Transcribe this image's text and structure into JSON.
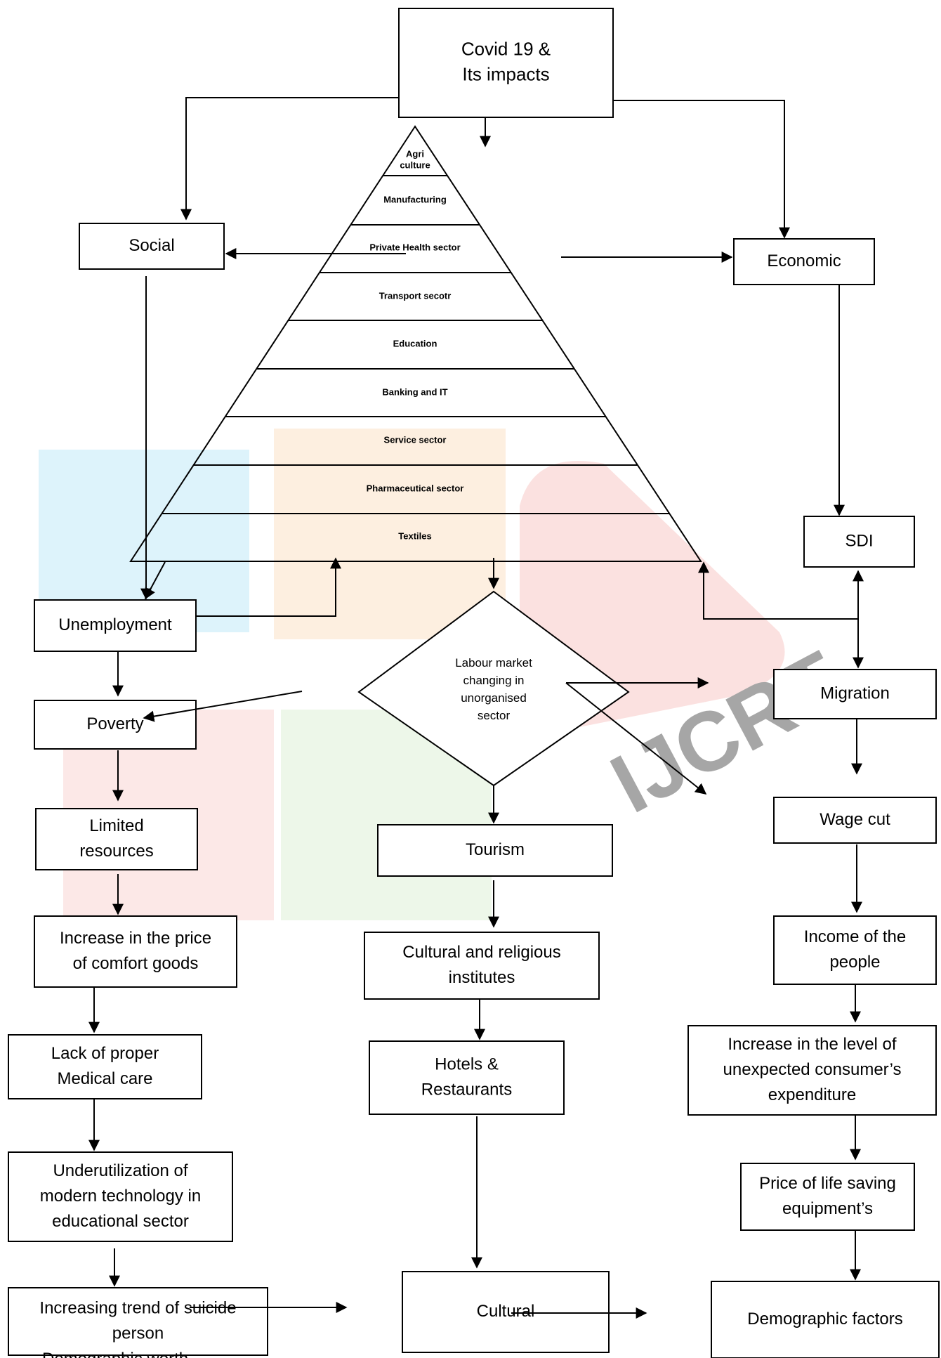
{
  "boxes": {
    "covid": [
      "Covid 19 &",
      "Its impacts"
    ],
    "social": [
      "Social"
    ],
    "economic": [
      "Economic"
    ],
    "sdi": [
      "SDI"
    ],
    "unemployment": [
      "Unemployment"
    ],
    "poverty": [
      "Poverty"
    ],
    "limited_resources": [
      "Limited",
      "resources"
    ],
    "increase_price": [
      "Increase in the price",
      "of comfort goods"
    ],
    "lack_medical": [
      "Lack of proper",
      "Medical care"
    ],
    "underutilization": [
      "Underutilization of",
      "modern technology in",
      "educational sector"
    ],
    "suicide": [
      "Increasing trend of suicide",
      "person"
    ],
    "labour_market": [
      "Labour market",
      "changing in",
      "unorganised",
      "sector"
    ],
    "tourism": [
      "Tourism"
    ],
    "cultural_religious": [
      "Cultural and religious",
      "institutes"
    ],
    "hotels": [
      "Hotels &",
      "Restaurants"
    ],
    "cultural": [
      "Cultural"
    ],
    "migration": [
      "Migration"
    ],
    "wage_cut": [
      "Wage cut"
    ],
    "income": [
      "Income of the",
      "people"
    ],
    "consumer_expenditure": [
      "Increase in the level of",
      "unexpected consumer’s",
      "expenditure"
    ],
    "price_life_saving": [
      "Price of life saving",
      "equipment’s"
    ],
    "demographic": [
      "Demographic factors"
    ]
  },
  "pyramid_sectors": [
    [
      "Agri",
      "culture"
    ],
    [
      "Manufacturing"
    ],
    [
      "Private Health sector"
    ],
    [
      "Transport secotr"
    ],
    [
      "Education"
    ],
    [
      "Banking and IT"
    ],
    [
      "Service sector"
    ],
    [
      "Pharmaceutical sector"
    ],
    [
      "Textiles"
    ]
  ],
  "cut_text": "Demographic worth",
  "watermark_text": "IJCRT",
  "colors": {
    "cyan": "#29b6e8",
    "orange": "#f39a3c",
    "red": "#e8433a",
    "green": "#6cbf4b"
  }
}
